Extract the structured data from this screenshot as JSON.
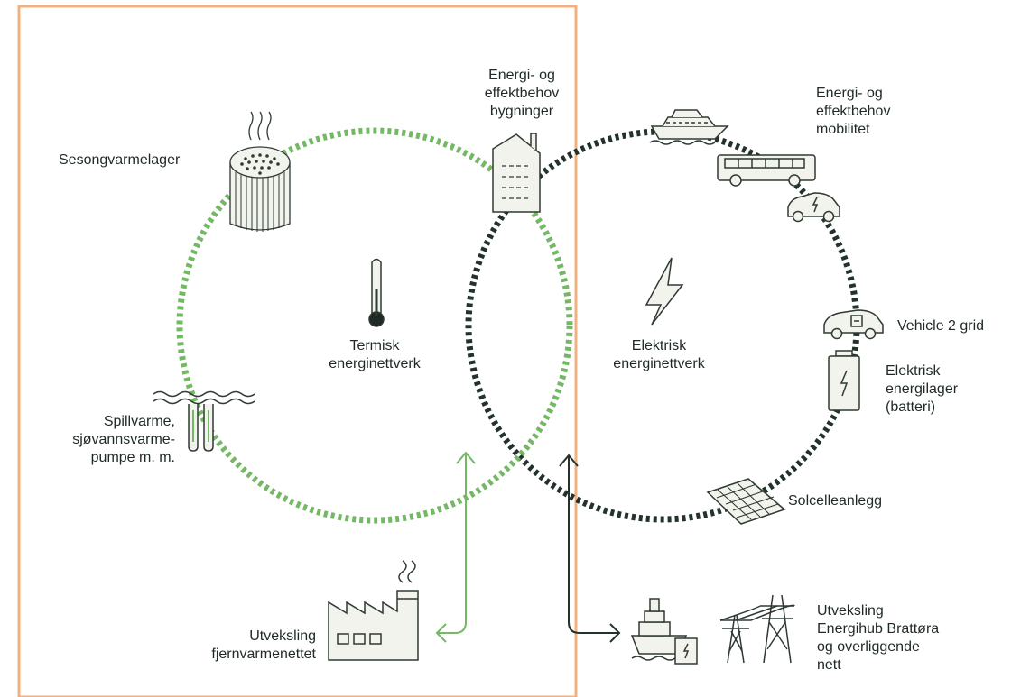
{
  "colors": {
    "thermal": "#74b865",
    "electric": "#23332c",
    "frame": "#f0b07f",
    "icon_stroke": "#2e3a33",
    "icon_fill": "#f1f3ec"
  },
  "labels": {
    "seasonal_storage": [
      "Sesongvarmelager"
    ],
    "buildings": [
      "Energi- og",
      "effektbehov",
      "bygninger"
    ],
    "mobility": [
      "Energi- og",
      "effektbehov",
      "mobilitet"
    ],
    "thermal_network": [
      "Termisk",
      "energinettverk"
    ],
    "electric_network": [
      "Elektrisk",
      "energinettverk"
    ],
    "vehicle2grid": [
      "Vehicle 2 grid"
    ],
    "battery": [
      "Elektrisk",
      "energilager",
      "(batteri)"
    ],
    "waste_heat": [
      "Spillvarme,",
      "sjøvannsvarme-",
      "pumpe m. m."
    ],
    "solar": [
      "Solcelleanlegg"
    ],
    "district_heating": [
      "Utveksling",
      "fjernvarmenettet"
    ],
    "energy_hub": [
      "Utveksling",
      "Energihub Brattøra",
      "og overliggende",
      "nett"
    ]
  },
  "icons": [
    "heat-storage-icon",
    "building-icon",
    "ferry-icon",
    "bus-icon",
    "electric-car-icon",
    "thermometer-icon",
    "lightning-icon",
    "vehicle-to-grid-icon",
    "battery-icon",
    "seawater-pump-icon",
    "solar-panel-icon",
    "factory-icon",
    "ship-icon",
    "power-pylon-icon"
  ]
}
